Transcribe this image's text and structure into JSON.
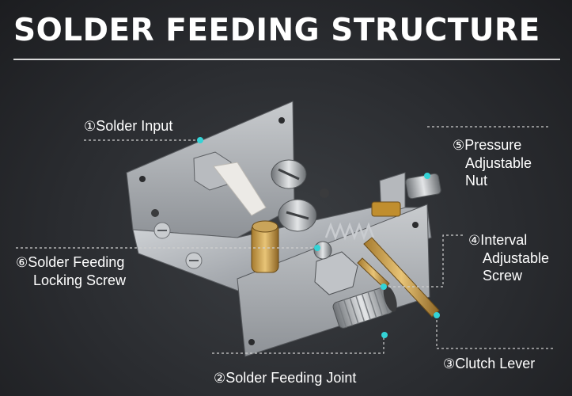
{
  "header": {
    "title": "SOLDER FEEDING STRUCTURE"
  },
  "callouts": [
    {
      "id": "solder-input",
      "number": "①",
      "lines": [
        "Solder Input"
      ]
    },
    {
      "id": "pressure-nut",
      "number": "⑤",
      "lines": [
        "Pressure",
        "Adjustable",
        "Nut"
      ]
    },
    {
      "id": "interval-screw",
      "number": "④",
      "lines": [
        "Interval",
        "Adjustable",
        "Screw"
      ]
    },
    {
      "id": "locking-screw",
      "number": "⑥",
      "lines": [
        "Solder Feeding",
        "Locking Screw"
      ]
    },
    {
      "id": "feeding-joint",
      "number": "②",
      "lines": [
        "Solder Feeding Joint"
      ]
    },
    {
      "id": "clutch-lever",
      "number": "③",
      "lines": [
        "Clutch Lever"
      ]
    }
  ],
  "colors": {
    "accent_dot": "#34d3d6",
    "leader_line": "#cfcfcf",
    "rule": "#d8d8d8"
  }
}
